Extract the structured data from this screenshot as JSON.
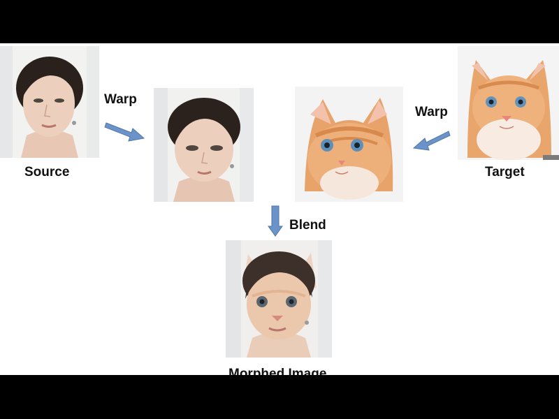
{
  "diagram": {
    "labels": {
      "source": "Source",
      "target": "Target",
      "warp_left": "Warp",
      "warp_right": "Warp",
      "blend": "Blend",
      "morphed": "Morphed Image"
    },
    "arrow_color": "#6b93c9",
    "images": {
      "source": "portrait of a woman",
      "source_warped": "warped portrait of the woman",
      "target": "photo of an orange kitten",
      "target_warped": "warped photo of the orange kitten",
      "morphed": "blend of woman and kitten"
    }
  }
}
